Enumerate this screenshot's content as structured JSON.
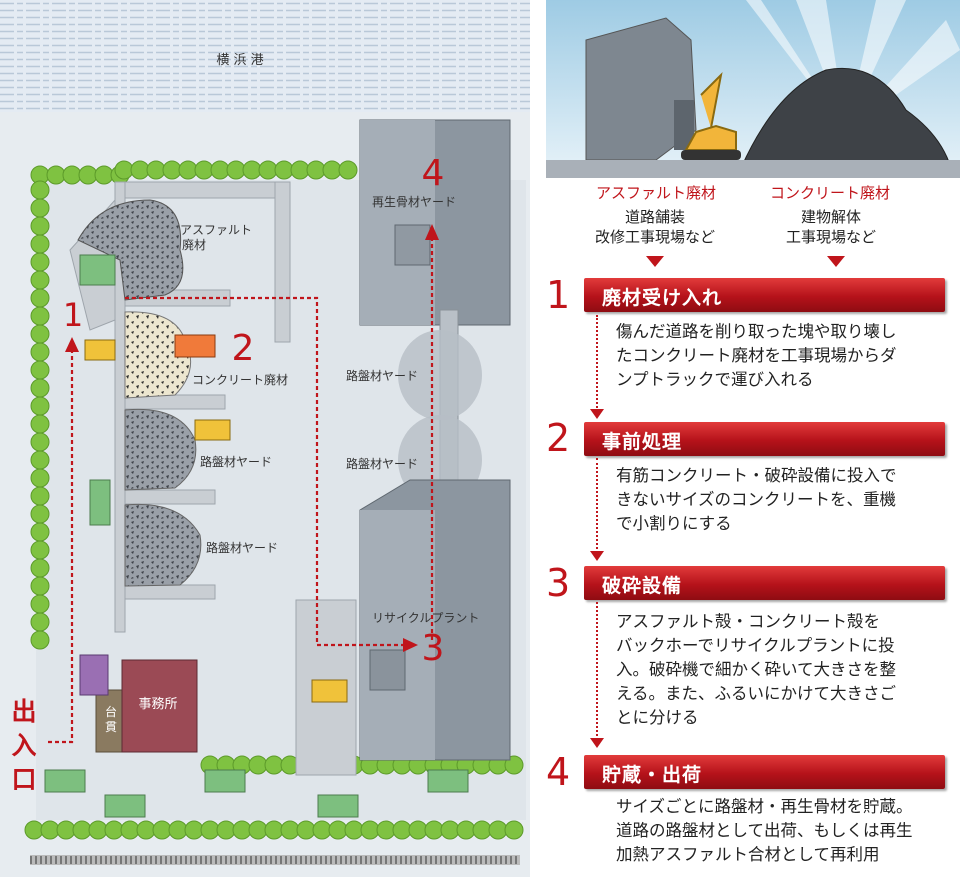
{
  "map": {
    "port_label": "横 浜 港",
    "asphalt_waste": "アスファルト\n廃材",
    "concrete_waste": "コンクリート廃材",
    "roadbed_yard_1": "路盤材ヤード",
    "roadbed_yard_2": "路盤材ヤード",
    "roadbed_yard_right_1": "路盤材ヤード",
    "roadbed_yard_right_2": "路盤材ヤード",
    "recycled_yard": "再生骨材ヤード",
    "recycle_plant": "リサイクルプラント",
    "office": "事務所",
    "scale": "台\n貫",
    "entrance": [
      "出",
      "入",
      "口"
    ],
    "num1": "1",
    "num2": "2",
    "num3": "3",
    "num4": "4"
  },
  "top": {
    "asphalt_title": "アスファルト廃材",
    "asphalt_sub1": "道路舗装",
    "asphalt_sub2": "改修工事現場など",
    "concrete_title": "コンクリート廃材",
    "concrete_sub1": "建物解体",
    "concrete_sub2": "工事現場など"
  },
  "steps": [
    {
      "num": "1",
      "title": "廃材受け入れ",
      "desc": [
        "傷んだ道路を削り取った塊や取り壊し",
        "たコンクリート廃材を工事現場からダ",
        "ンプトラックで運び入れる"
      ]
    },
    {
      "num": "2",
      "title": "事前処理",
      "desc": [
        "有筋コンクリート・破砕設備に投入で",
        "きないサイズのコンクリートを、重機",
        "で小割りにする"
      ]
    },
    {
      "num": "3",
      "title": "破砕設備",
      "desc": [
        "アスファルト殻・コンクリート殻を",
        "バックホーでリサイクルプラントに投",
        "入。破砕機で細かく砕いて大きさを整",
        "える。また、ふるいにかけて大きさご",
        "とに分ける"
      ]
    },
    {
      "num": "4",
      "title": "貯蔵・出荷",
      "desc": [
        "サイズごとに路盤材・再生骨材を貯蔵。",
        "道路の路盤材として出荷、もしくは再生",
        "加熱アスファルト合材として再利用"
      ]
    }
  ],
  "colors": {
    "accent": "#c0151b",
    "water": "#dde6f0",
    "ground": "#e6ebef",
    "tree": "#7fc241"
  }
}
